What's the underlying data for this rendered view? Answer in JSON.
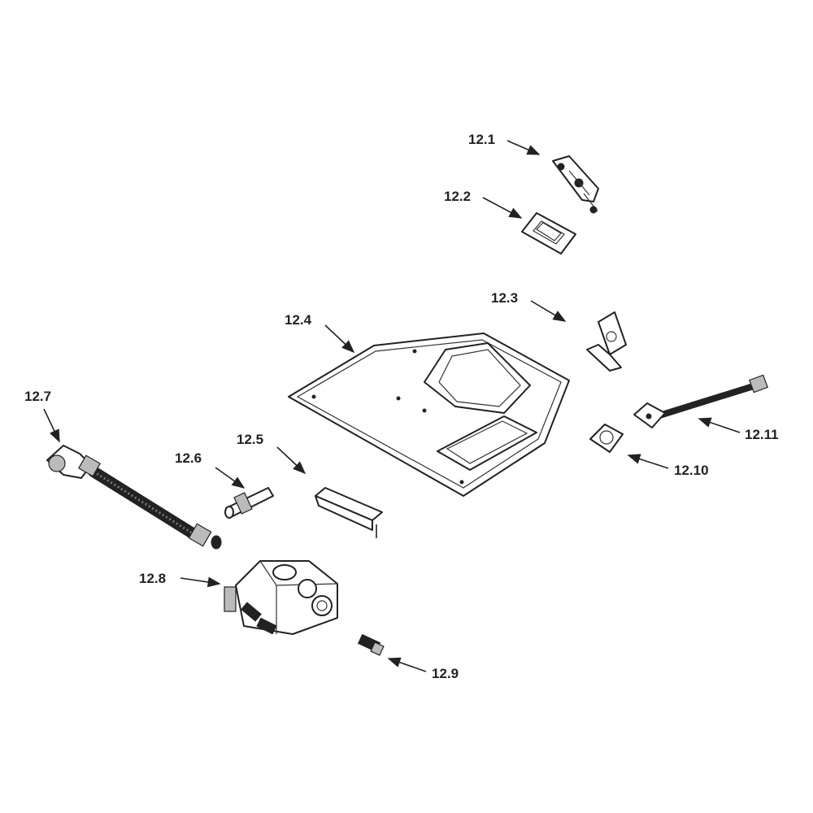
{
  "diagram": {
    "type": "exploded-parts-diagram",
    "labels": [
      {
        "id": "12.1",
        "text": "12.1"
      },
      {
        "id": "12.2",
        "text": "12.2"
      },
      {
        "id": "12.3",
        "text": "12.3"
      },
      {
        "id": "12.4",
        "text": "12.4"
      },
      {
        "id": "12.5",
        "text": "12.5"
      },
      {
        "id": "12.6",
        "text": "12.6"
      },
      {
        "id": "12.7",
        "text": "12.7"
      },
      {
        "id": "12.8",
        "text": "12.8"
      },
      {
        "id": "12.9",
        "text": "12.9"
      },
      {
        "id": "12.10",
        "text": "12.10"
      },
      {
        "id": "12.11",
        "text": "12.11"
      }
    ]
  }
}
